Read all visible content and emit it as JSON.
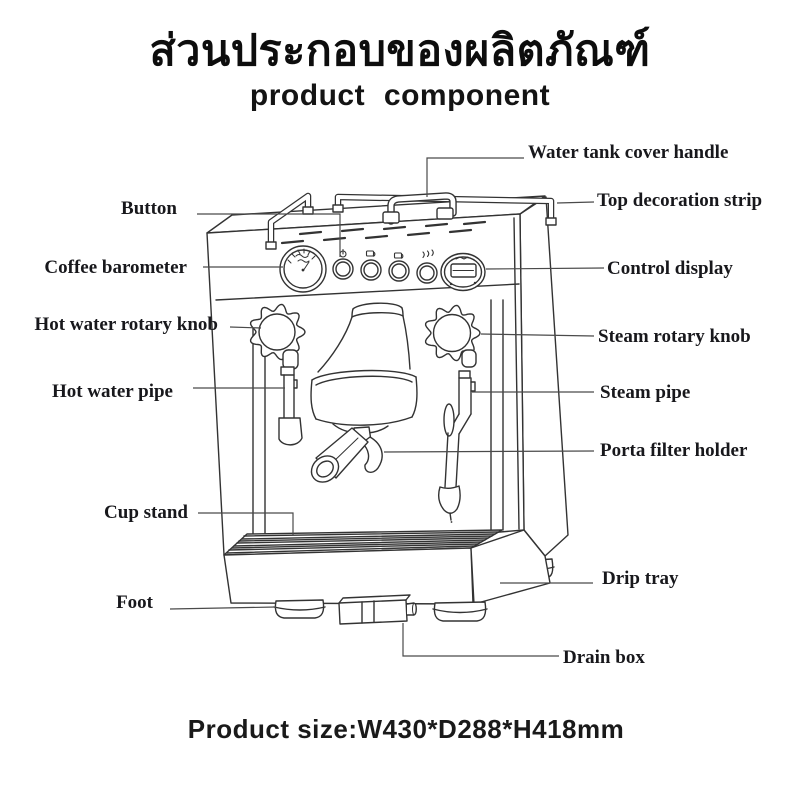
{
  "header": {
    "title_thai": "ส่วนประกอบของผลิตภัณฑ์",
    "subtitle": "product component"
  },
  "diagram": {
    "labels_left": [
      {
        "text": "Button"
      },
      {
        "text": "Coffee barometer"
      },
      {
        "text": "Hot water rotary knob"
      },
      {
        "text": "Hot water pipe"
      },
      {
        "text": "Cup stand"
      },
      {
        "text": "Foot"
      }
    ],
    "labels_right": [
      {
        "text": "Water tank cover handle"
      },
      {
        "text": "Top decoration strip"
      },
      {
        "text": "Control display"
      },
      {
        "text": "Steam rotary knob"
      },
      {
        "text": "Steam pipe"
      },
      {
        "text": "Porta filter holder"
      },
      {
        "text": "Drip tray"
      },
      {
        "text": "Drain box"
      }
    ]
  },
  "footer": {
    "product_size": "Product size:W430*D288*H418mm"
  },
  "colors": {
    "background": "#ffffff",
    "line_art": "#333333",
    "leader_line": "#4a4a4a",
    "label_text": "#18181c",
    "title_text": "#0d0d0d"
  }
}
